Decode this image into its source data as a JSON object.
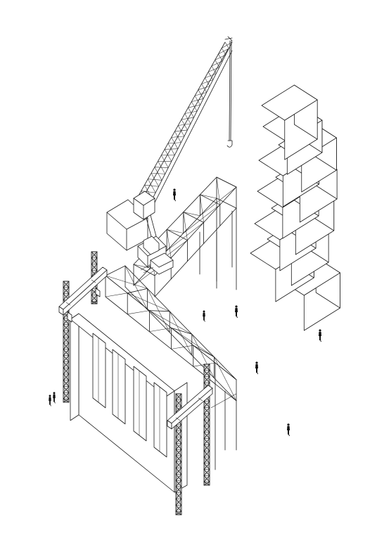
{
  "figure": {
    "kind": "isometric line drawing",
    "line_color": "#1a1a1a",
    "background_color": "#ffffff",
    "components": [
      "lattice-boom-crane",
      "l-shaped-steel-frame",
      "concrete-walls-with-openings",
      "lattice-columns",
      "stacked-blocks",
      "human-figures"
    ]
  }
}
